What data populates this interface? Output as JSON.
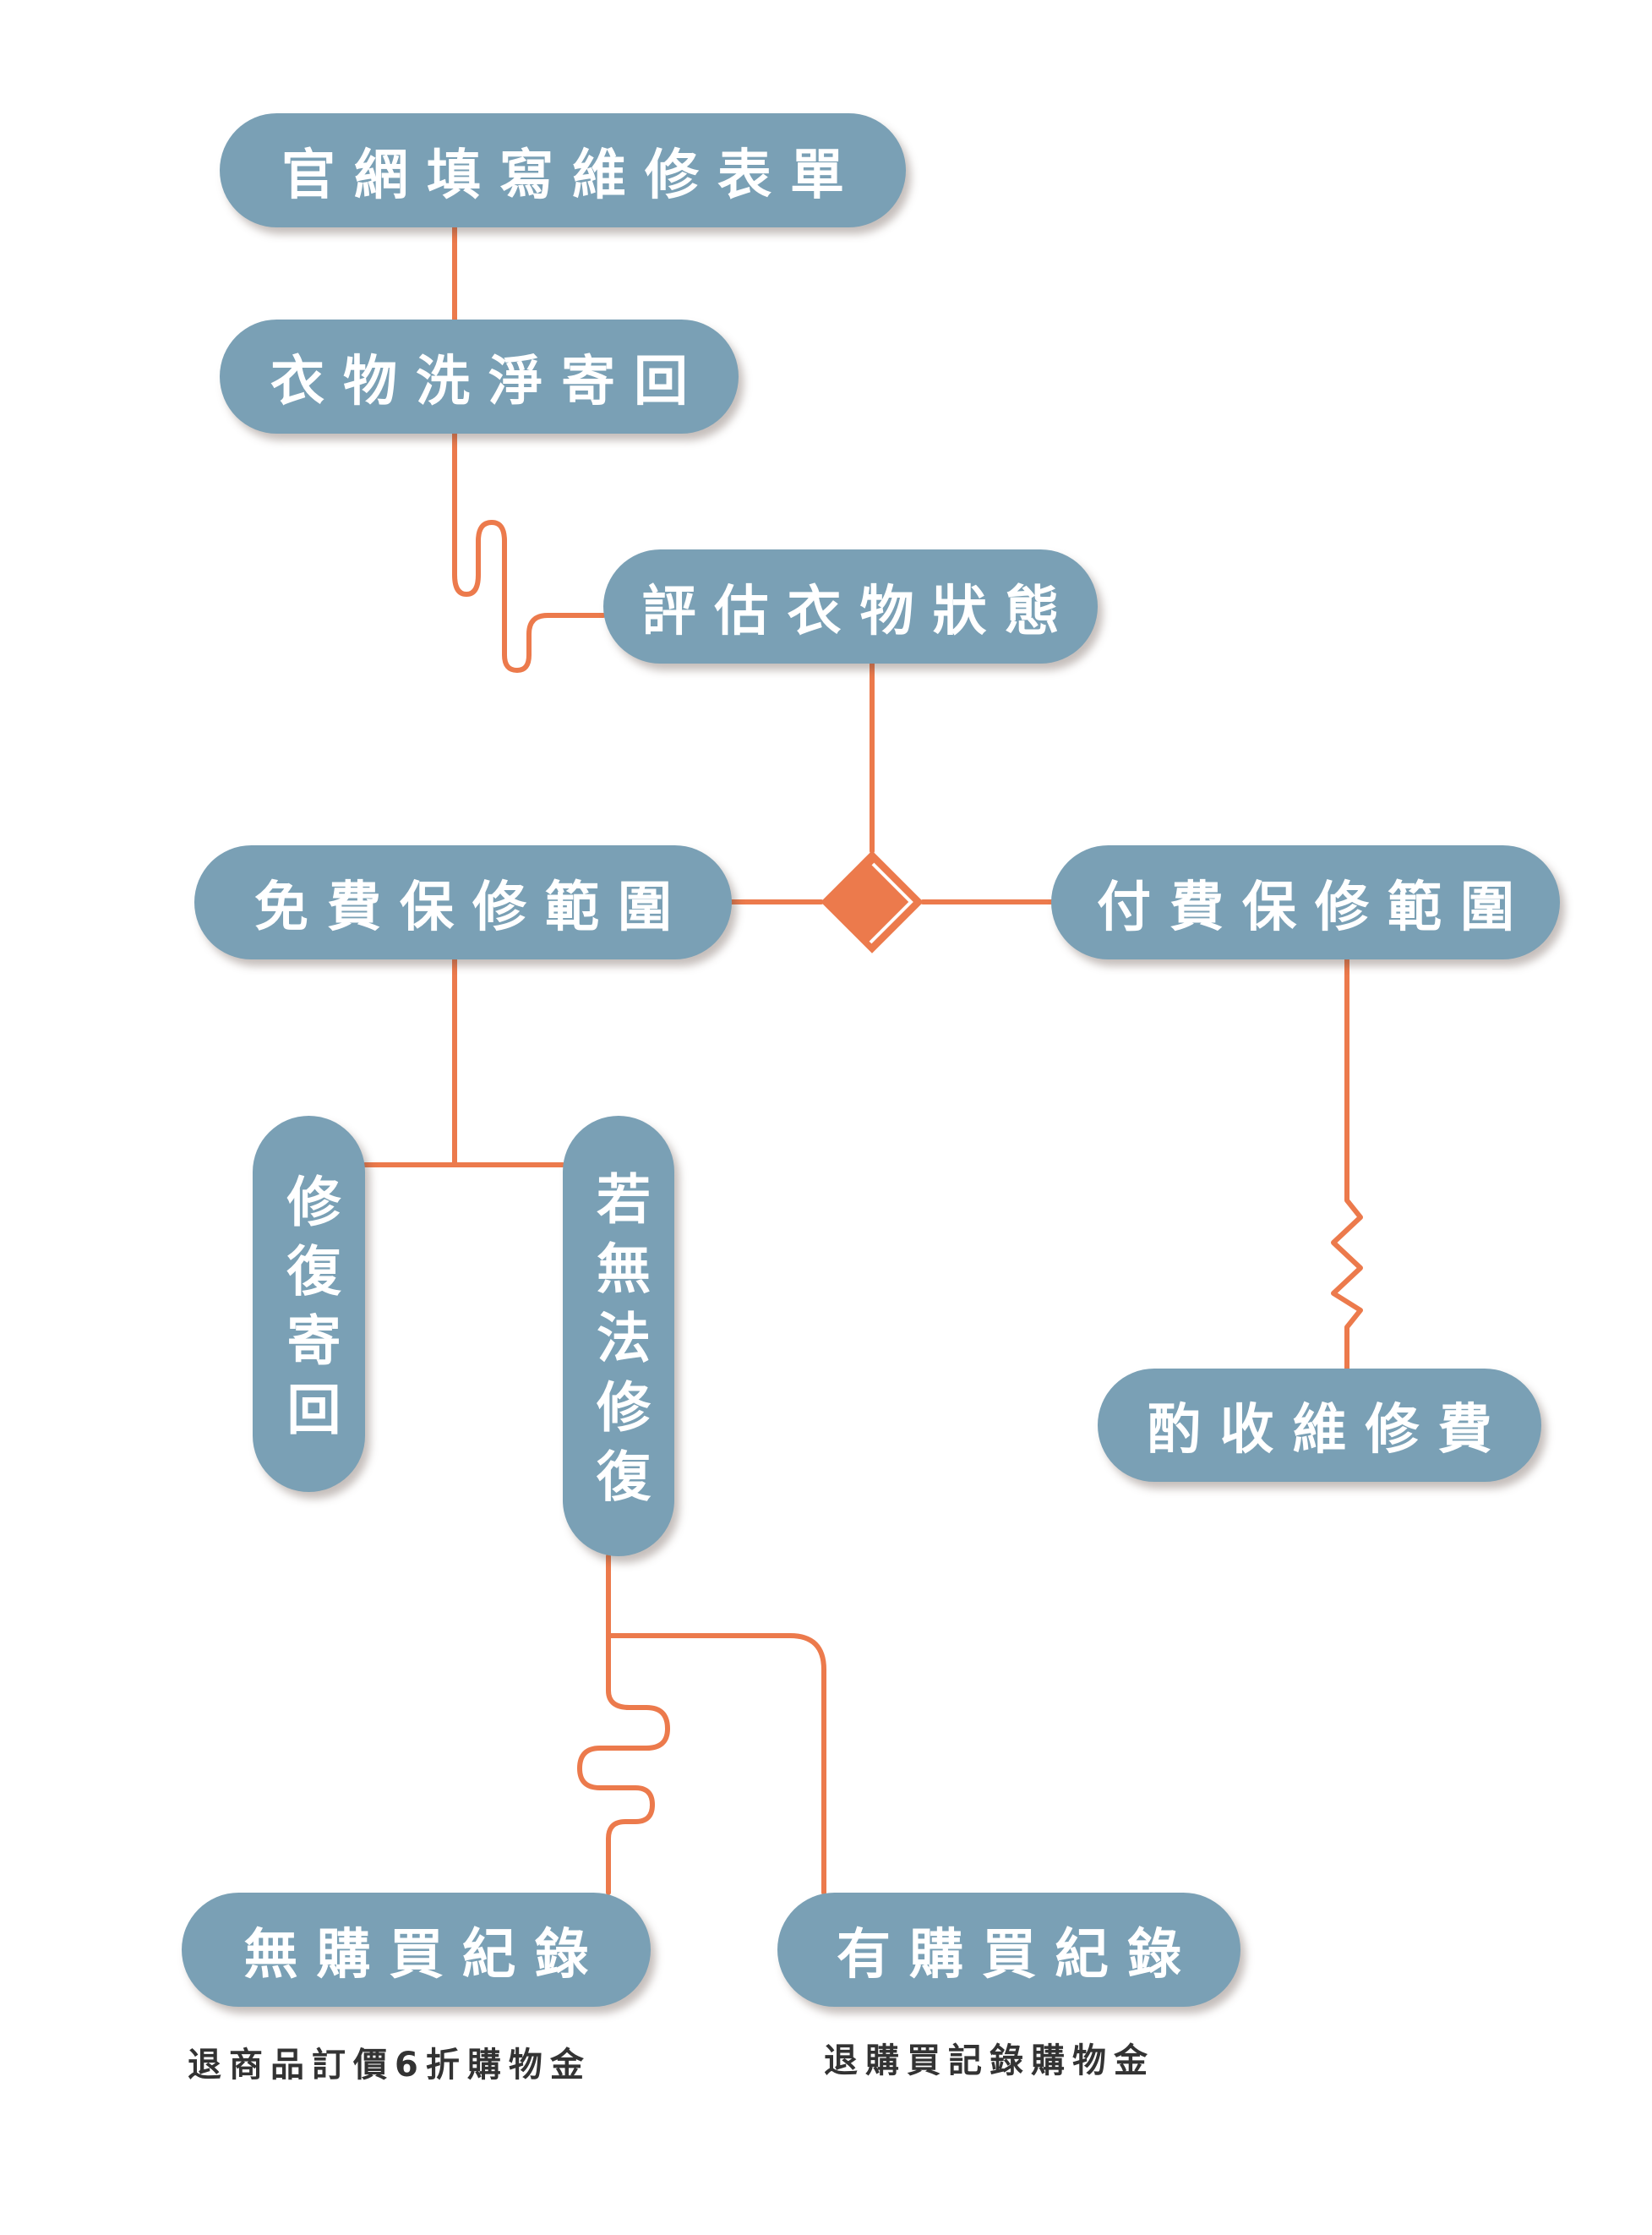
{
  "colors": {
    "node": "#7aa0b5",
    "connector": "#ec7a4c",
    "text": "#ffffff",
    "caption": "#333333"
  },
  "nodes": {
    "form": "官網填寫維修表單",
    "wash": "衣物洗淨寄回",
    "assess": "評估衣物狀態",
    "free": "免費保修範圍",
    "paid": "付費保修範圍",
    "repair_return": "修復寄回",
    "cannot_repair": "若無法修復",
    "fee": "酌收維修費",
    "no_record": "無購買紀錄",
    "has_record": "有購買紀錄"
  },
  "captions": {
    "no_record": "退商品訂價6折購物金",
    "has_record": "退購買記錄購物金"
  },
  "icons": {
    "decision": "diamond-chevron-icon"
  }
}
